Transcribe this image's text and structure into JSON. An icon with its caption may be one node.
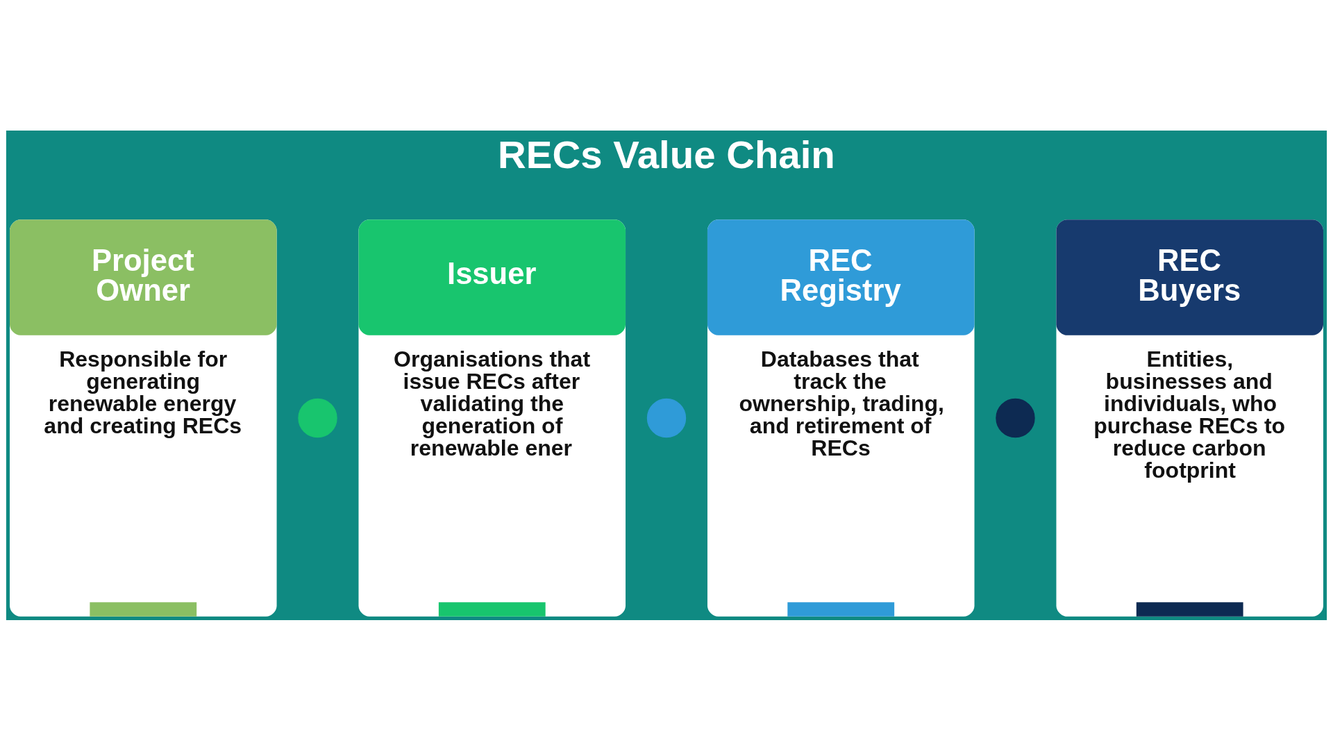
{
  "diagram": {
    "title": "RECs Value Chain",
    "nodes": [
      {
        "text": [
          "Project Owner",
          "Responsible for generating renewable energy and creating RECs"
        ]
      },
      {
        "text": [],
        "shape": "circle"
      },
      {
        "text": [
          "Issuer",
          "Organisations that issue RECs after validating the generation of renewable ener"
        ]
      },
      {
        "text": [],
        "shape": "circle"
      },
      {
        "text": [
          "REC Registry",
          "Databases that track the ownership, trading, and retirement of RECs"
        ]
      },
      {
        "text": [],
        "shape": "circle"
      },
      {
        "text": [
          "REC Buyers",
          "Entities, businesses and individuals, who purchase RECs to reduce carbon footprint"
        ]
      }
    ],
    "edges": []
  }
}
